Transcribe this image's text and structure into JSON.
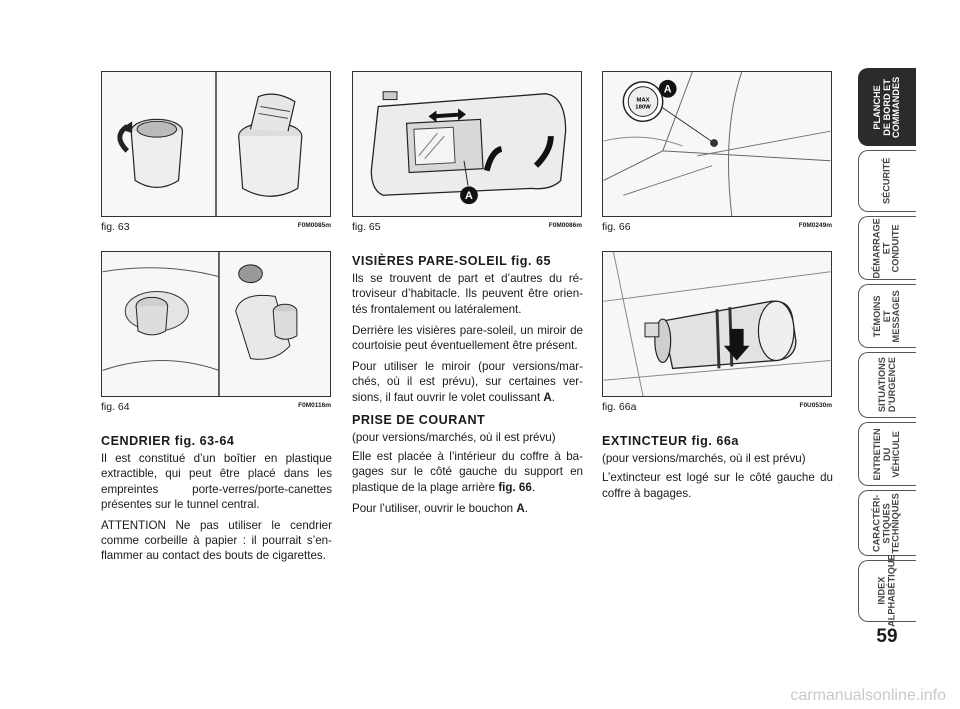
{
  "figures": {
    "fig63": {
      "label": "fig. 63",
      "code": "F0M0085m"
    },
    "fig64": {
      "label": "fig. 64",
      "code": "F0M0116m"
    },
    "fig65": {
      "label": "fig. 65",
      "code": "F0M0086m",
      "callout": "A"
    },
    "fig66": {
      "label": "fig. 66",
      "code": "F0M0249m",
      "callout": "A",
      "socket_text_1": "MAX",
      "socket_text_2": "180W"
    },
    "fig66a": {
      "label": "fig. 66a",
      "code": "F0U0530m"
    }
  },
  "col1": {
    "heading": "CENDRIER fig. 63-64",
    "p1": "Il est constitué d’un boîtier en plastique extractible, qui peut être placé dans les empreintes porte-verres/porte-canettes présentes sur le tunnel central.",
    "p2": "ATTENTION Ne pas utiliser le cendrier comme corbeille à papier : il pourrait s’en-flammer au contact des bouts de cigarettes."
  },
  "col2": {
    "heading": "VISIÈRES PARE-SOLEIL fig. 65",
    "p1": "Ils se trouvent de part et d’autres du ré-troviseur d’habitacle. Ils peuvent être orien-tés frontalement ou latéralement.",
    "p2": "Derrière les visières pare-soleil, un miroir de courtoisie peut éventuellement être présent.",
    "p3_text": "Pour utiliser le miroir (pour versions/mar-chés, où il est prévu), sur certaines ver-sions, il faut ouvrir le volet coulissant ",
    "p3_bold": "A",
    "p3_end": ".",
    "heading2": "PRISE DE COURANT",
    "sub2": "(pour versions/marchés, où il est prévu)",
    "p4_text": "Elle est placée à l’intérieur du coffre à ba-gages sur le côté gauche du support en plastique de la plage arrière ",
    "p4_bold": "fig. 66",
    "p4_end": ".",
    "p5_text": "Pour l’utiliser, ouvrir le bouchon ",
    "p5_bold": "A",
    "p5_end": "."
  },
  "col3": {
    "heading": "EXTINCTEUR fig. 66a",
    "sub": "(pour versions/marchés, où il est prévu)",
    "p1": "L’extincteur est logé sur le côté gauche du coffre à bagages."
  },
  "tabs": [
    {
      "label": "PLANCHE\nDE BORD ET\nCOMMANDES",
      "active": true
    },
    {
      "label": "SÉCURITÉ",
      "active": false
    },
    {
      "label": "DÉMARRAGE\nET CONDUITE",
      "active": false
    },
    {
      "label": "TÉMOINS\nET MESSAGES",
      "active": false
    },
    {
      "label": "SITUATIONS\nD’URGENCE",
      "active": false
    },
    {
      "label": "ENTRETIEN\nDU VÉHICULE",
      "active": false
    },
    {
      "label": "CARACTÉRI-\nSTIQUES\nTECHNIQUES",
      "active": false
    },
    {
      "label": "INDEX\nALPHABÉTIQUE",
      "active": false
    }
  ],
  "page_number": "59",
  "watermark": "carmanualsonline.info"
}
